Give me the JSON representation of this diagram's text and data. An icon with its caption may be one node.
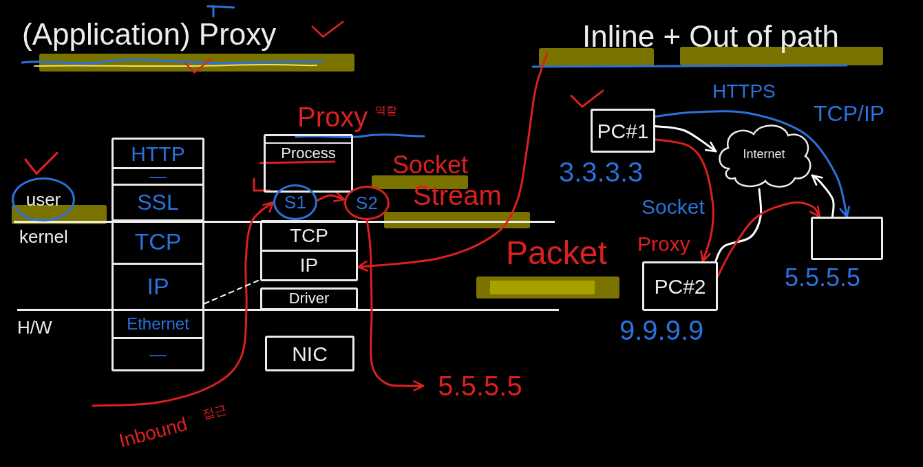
{
  "diagram": {
    "title": "(Application) Proxy",
    "nodes": [
      {
        "text": [
          "HTTP"
        ]
      },
      {
        "text": [
          "—"
        ]
      },
      {
        "text": [
          "SSL"
        ]
      },
      {
        "text": [
          "TCP"
        ]
      },
      {
        "text": [
          "IP"
        ]
      },
      {
        "text": [
          "Ethernet"
        ]
      },
      {
        "text": [
          "—"
        ]
      },
      {
        "text": [
          "user"
        ]
      },
      {
        "text": [
          "Process"
        ]
      },
      {
        "text": [
          "S1"
        ]
      },
      {
        "text": [
          "S2"
        ]
      },
      {
        "text": [
          "TCP"
        ]
      },
      {
        "text": [
          "IP"
        ]
      },
      {
        "text": [
          "Driver"
        ]
      },
      {
        "text": [
          "NIC"
        ]
      },
      {
        "text": [
          "5.5.5.5"
        ]
      },
      {
        "text": [
          "Inline + Out of path"
        ]
      },
      {
        "text": [
          "PC#1"
        ],
        "beside": [
          "3.3.3.3"
        ]
      },
      {
        "text": [
          "Internet"
        ]
      },
      {
        "text": [
          "PC#2"
        ],
        "beside": [
          "Proxy",
          "9.9.9.9"
        ]
      },
      {
        "text": [],
        "shape": "box",
        "beside": [
          "5.5.5.5"
        ]
      }
    ],
    "edges": [
      {
        "from": 16,
        "to": 12,
        "arrow": "to"
      },
      {
        "from": null,
        "to": 9,
        "arrow": "to"
      },
      {
        "from": 9,
        "to": 10,
        "arrow": "to"
      },
      {
        "from": 10,
        "to": 15,
        "arrow": "to"
      },
      {
        "from": 4,
        "to": 12,
        "arrow": "none",
        "style": "dashed",
        "color": "#ffffff"
      },
      {
        "from": 17,
        "to": 18,
        "arrow": "to",
        "color": "#ffffff"
      },
      {
        "from": 17,
        "to": 20,
        "arrow": "to",
        "color": "#2a72dc"
      },
      {
        "from": 18,
        "to": 19,
        "arrow": "none",
        "color": "#ffffff"
      },
      {
        "from": 20,
        "to": 18,
        "arrow": "to",
        "color": "#ffffff"
      },
      {
        "from": 17,
        "to": 19,
        "arrow": "to"
      },
      {
        "from": 19,
        "to": 20,
        "arrow": "to"
      }
    ],
    "labels": [
      "Proxy",
      "역할",
      "Socket",
      "Stream",
      "Packet",
      "kernel",
      "H/W",
      "접근",
      "Inbound",
      "HTTPS",
      "TCP/IP",
      "Socket"
    ]
  }
}
